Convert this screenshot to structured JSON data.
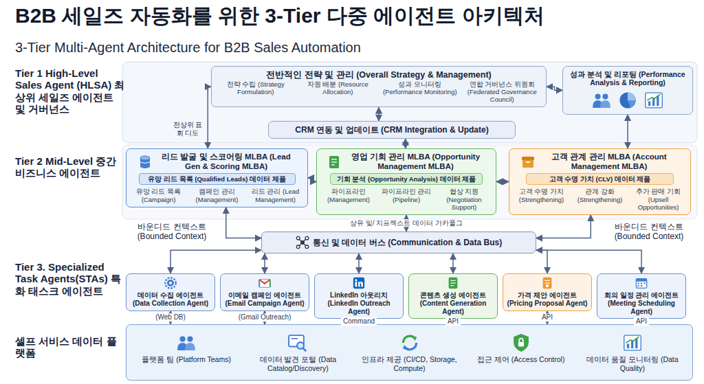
{
  "diagram": {
    "title": "B2B 세일즈 자동화를 위한 3-Tier 다중 에이전트 아키텍처",
    "nodes": [
      {
        "text": [
          "전반적인 전략 및 관리 (Overall Strategy & Management)",
          "전략 수립 (Strategy Formulation)",
          "자원 배분 (Resource Allocation)",
          "성과 모니터링 (Performance Monitoring)",
          "연합 거버넌스 위원회 (Federated Governance Council)"
        ]
      },
      {
        "text": [
          "성과 분석 및 리포팅 (Performance Analysis & Reporting)"
        ]
      },
      {
        "text": [
          "CRM 연동 및 업데이트 (CRM Integration & Update)"
        ]
      },
      {
        "text": [
          "리드 발굴 및 스코어링 MLBA (Lead Gen & Scoring MLBA)",
          "유망 리드 목록 (Campaign)",
          "캠페인 관리 (Management)",
          "리드 관리 (Lead Management)"
        ]
      },
      {
        "text": [
          "유망 리드 목록 (Qualified Leads) 데이터 제품"
        ],
        "in": 3
      },
      {
        "text": [
          "영업 기회 관리 MLBA (Opportunity Management MLBA)",
          "파이프라인 (Management)",
          "파이프라인 관리 (Pipeline)",
          "협상 지원 (Negotiation Support)"
        ]
      },
      {
        "text": [
          "기회 분석 (Opportunity Analysis) 데이터 제품"
        ],
        "in": 5
      },
      {
        "text": [
          "고객 관계 관리 MLBA (Account Management MLBA)",
          "고객 수명 가치 (Strengthening)",
          "관계 강화 (Strengthening)",
          "추가 판매 기회 (Upsell Opportunities)"
        ]
      },
      {
        "text": [
          "고객 수명 가치 (CLV) 데이터 제품"
        ],
        "in": 7
      },
      {
        "text": [
          "통신 및 데이터 버스 (Communication & Data Bus)"
        ]
      },
      {
        "text": [
          "데이터 수집 에이전트 (Data Collection Agent)"
        ]
      },
      {
        "text": [
          "이메일 캠페인 에이전트 (Email Campaign Agent)"
        ]
      },
      {
        "text": [
          "LinkedIn 아웃리치 (LinkedIn Outreach Agent)"
        ]
      },
      {
        "text": [
          "콘텐츠 생성 에이전트 (Content Generation Agent)"
        ]
      },
      {
        "text": [
          "가격 제안 에이전트 (Pricing Proposal Agent)"
        ]
      },
      {
        "text": [
          "회의 일정 관리 에이전트 (Meeting Scheduling Agent)"
        ]
      },
      {
        "text": [
          "플랫폼 팀 (Platform Teams)",
          "데이터 발견 포털 (Data Catalog/Discovery)",
          "인프라 제공 (CI/CD, Storage, Compute)",
          "접근 제어 (Access Control)",
          "데이터 품질 모니터링 (Data Quality)"
        ]
      }
    ],
    "edges": [
      {
        "from": 0,
        "to": 1,
        "arrow": "both"
      },
      {
        "from": 0,
        "to": 3,
        "arrow": "both"
      },
      {
        "from": 0,
        "to": 2,
        "arrow": "both"
      },
      {
        "from": 2,
        "to": 5,
        "arrow": "both"
      },
      {
        "from": 1,
        "to": 7,
        "arrow": "both"
      },
      {
        "from": 3,
        "to": 5,
        "arrow": "both"
      },
      {
        "from": 5,
        "to": 7,
        "arrow": "both"
      },
      {
        "from": 3,
        "to": 9,
        "arrow": "both"
      },
      {
        "from": 7,
        "to": 9,
        "arrow": "both"
      },
      {
        "from": 5,
        "to": 9,
        "label": "상유 및/ 지프젝스트 데이터 가카풀그",
        "arrow": "both"
      },
      {
        "from": 9,
        "to": 10,
        "arrow": "both"
      },
      {
        "from": 9,
        "to": 11,
        "arrow": "both"
      },
      {
        "from": 9,
        "to": 12,
        "arrow": "both"
      },
      {
        "from": 9,
        "to": 13,
        "arrow": "both"
      },
      {
        "from": 9,
        "to": 14,
        "arrow": "both"
      },
      {
        "from": 9,
        "to": 15,
        "arrow": "both"
      },
      {
        "from": 10,
        "to": 16,
        "label": "(Web DB)",
        "arrow": "both"
      },
      {
        "from": 11,
        "to": 16,
        "label": "(Gmail Outreach)",
        "arrow": "both"
      },
      {
        "from": 12,
        "to": 16,
        "label": "Command",
        "arrow": "both"
      },
      {
        "from": 13,
        "to": 16,
        "label": "API",
        "arrow": "both"
      },
      {
        "from": 14,
        "to": 16,
        "label": "API",
        "arrow": "both"
      },
      {
        "from": 15,
        "to": 16,
        "label": "API",
        "arrow": "both"
      }
    ],
    "labels": [
      "3-Tier Multi-Agent Architecture for B2B Sales Automation",
      "Tier 1 High-Level Sales Agent (HLSA) 최상위 세일즈 에이전트 및 거버넌스",
      "Tier 2 Mid-Level 중간 비즈니스 에이전트",
      "Tier 3. Specialized Task Agents(STAs) 특화 태스크 에이전트",
      "셀프 서비스 데이터 플랫폼",
      "전상위 표회 디도",
      "바운디드 컨텍스트 (Bounded Context)",
      "바운디드 컨텍스트 (Bounded Context)"
    ]
  }
}
